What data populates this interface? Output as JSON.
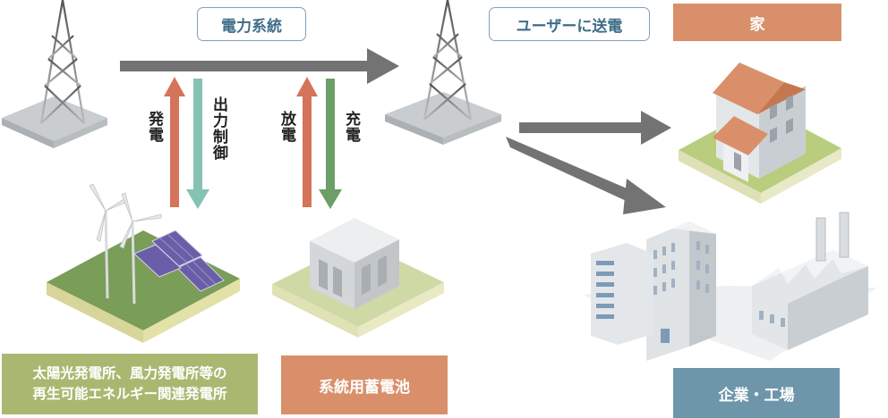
{
  "labels": {
    "grid": "電力系統",
    "send_to_user": "ユーザーに送電",
    "house": "家",
    "renewable": "太陽光発電所、風力発電所等の\n再生可能エネルギー関連発電所",
    "battery": "系統用蓄電池",
    "business": "企業・工場"
  },
  "arrows": {
    "generation": "発電",
    "output_control": "出力制御",
    "discharge": "放電",
    "charge": "充電"
  },
  "colors": {
    "arrow_gray": "#737373",
    "arrow_up": "#d4745a",
    "arrow_teal": "#86c2b2",
    "arrow_green": "#6c9e67",
    "orange_box": "#d9906a",
    "green_box": "#a9b871",
    "blue_box": "#6e96ab"
  }
}
